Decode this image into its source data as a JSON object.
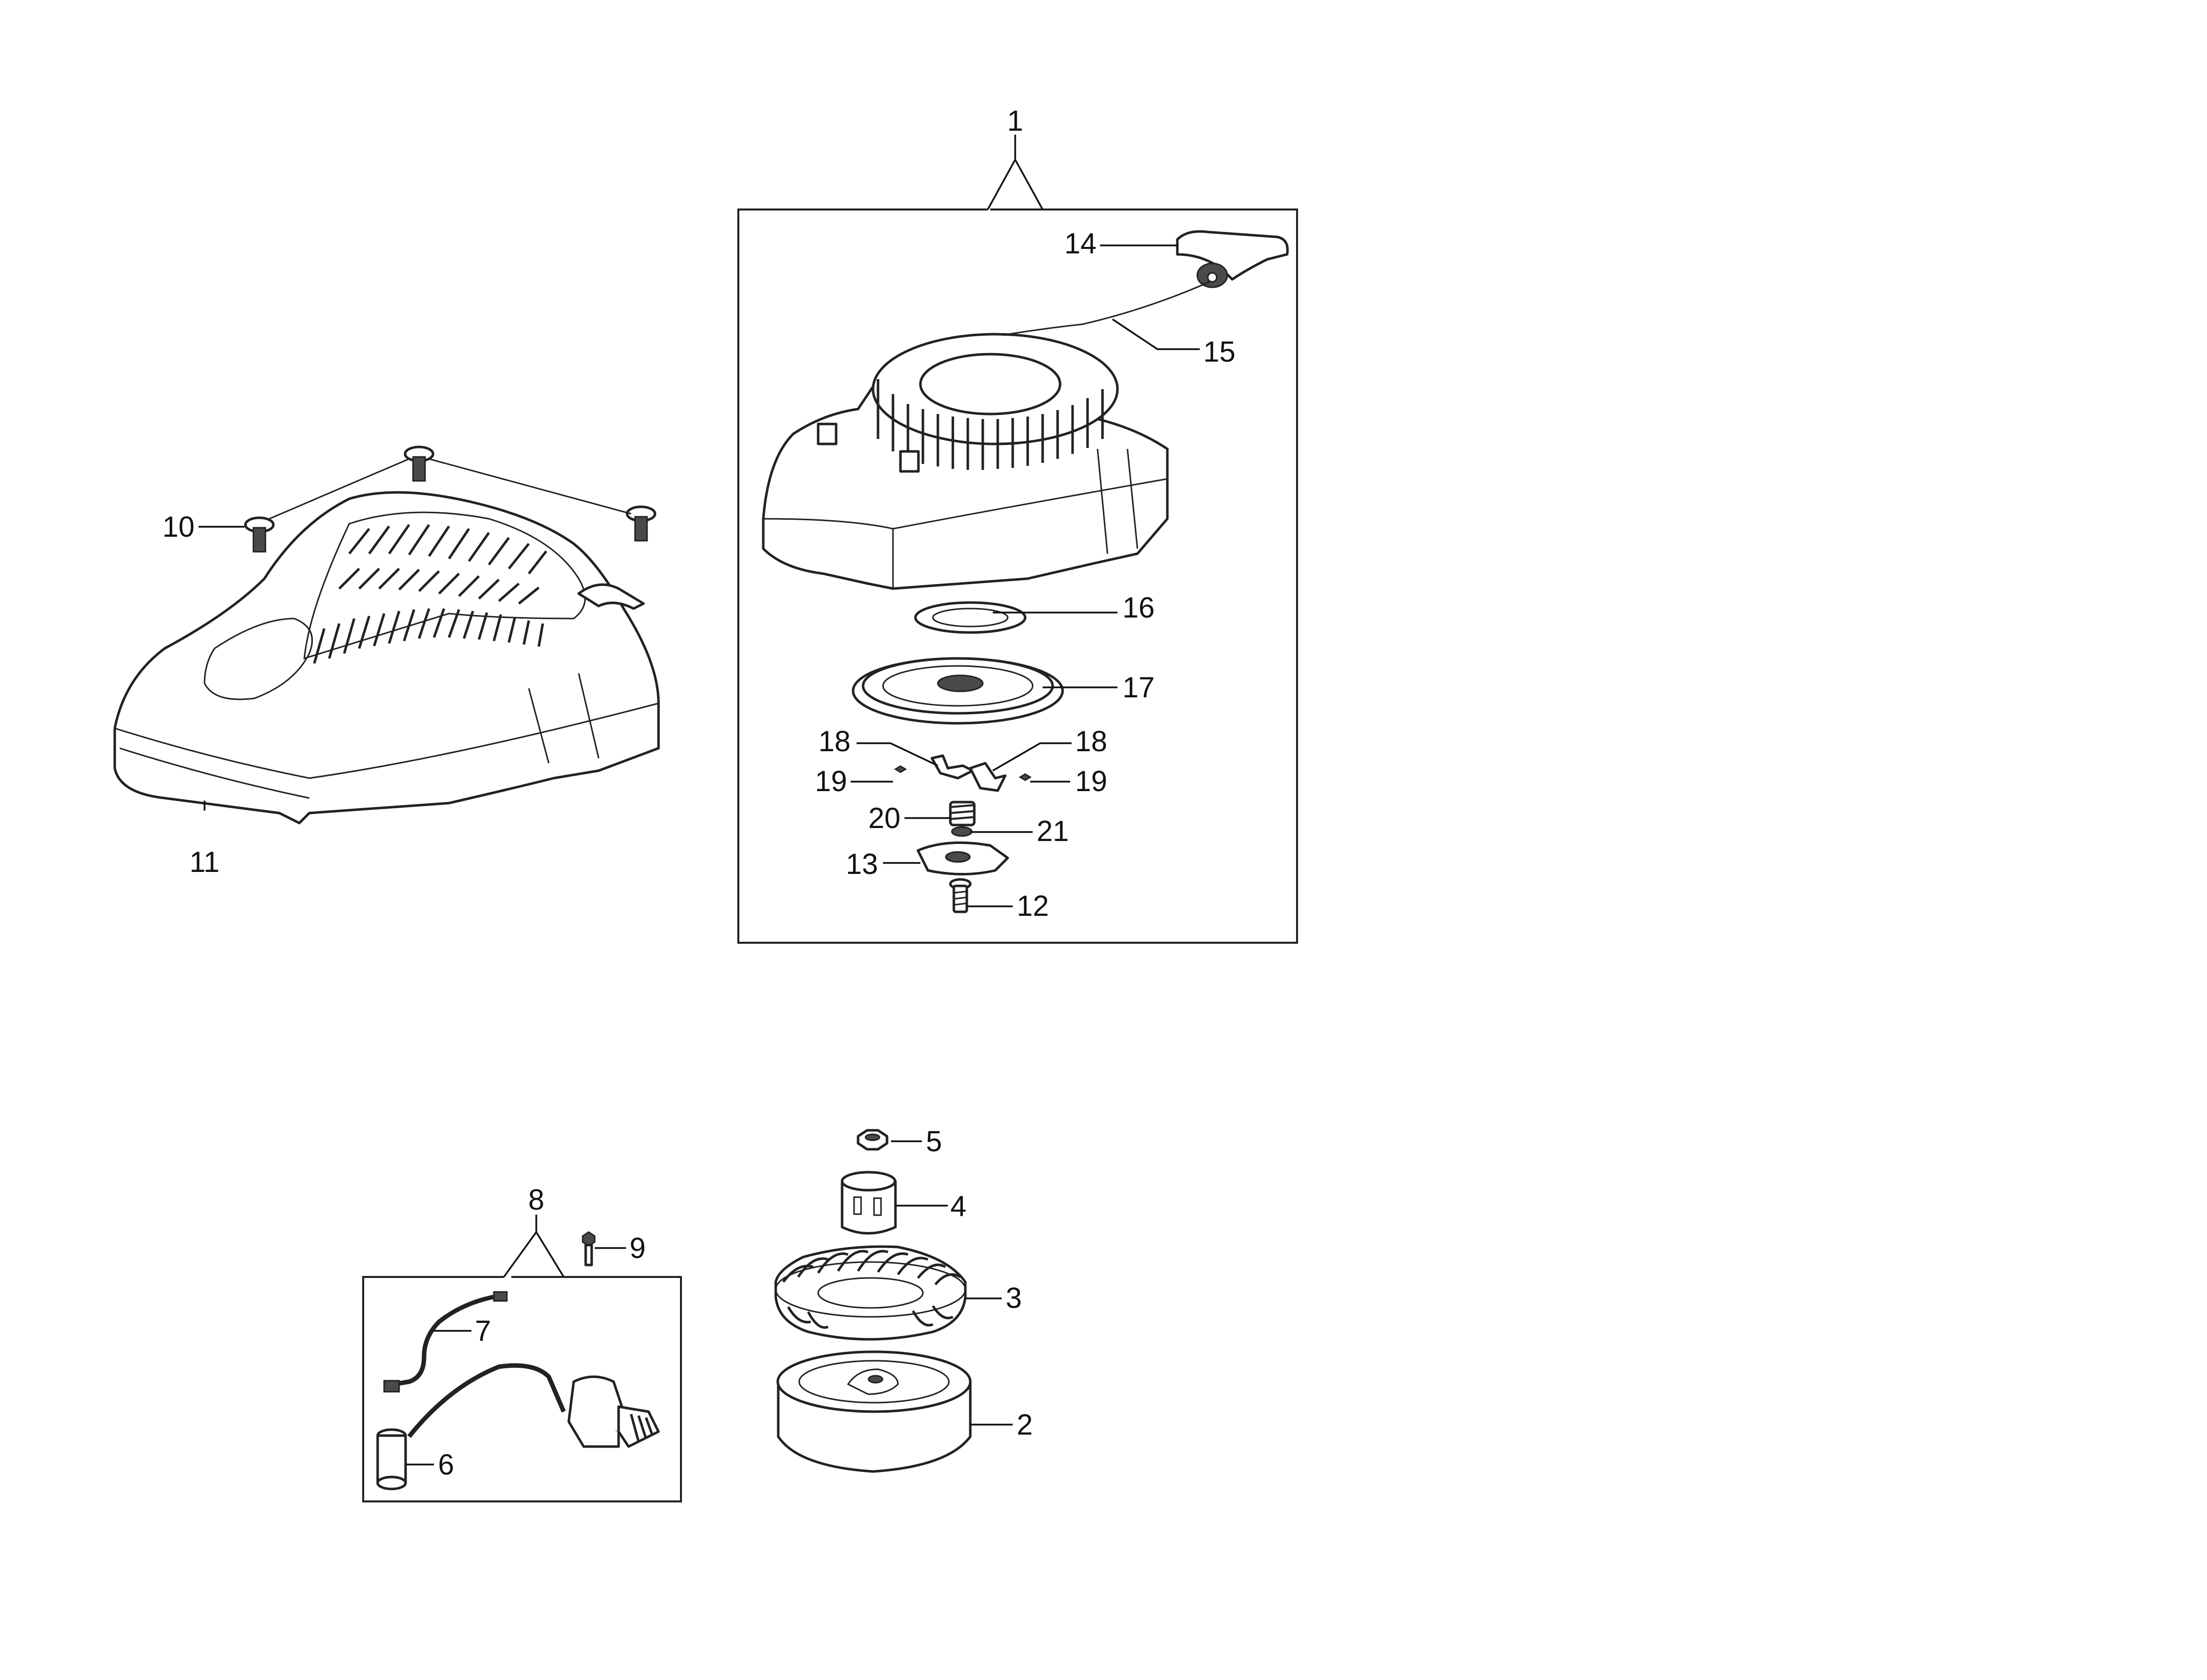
{
  "diagram": {
    "callouts": {
      "c1": "1",
      "c2": "2",
      "c3": "3",
      "c4": "4",
      "c5": "5",
      "c6": "6",
      "c7": "7",
      "c8": "8",
      "c9": "9",
      "c10": "10",
      "c11": "11",
      "c12": "12",
      "c13": "13",
      "c14": "14",
      "c15": "15",
      "c16": "16",
      "c17": "17",
      "c18a": "18",
      "c18b": "18",
      "c19a": "19",
      "c19b": "19",
      "c20": "20",
      "c21": "21"
    }
  }
}
